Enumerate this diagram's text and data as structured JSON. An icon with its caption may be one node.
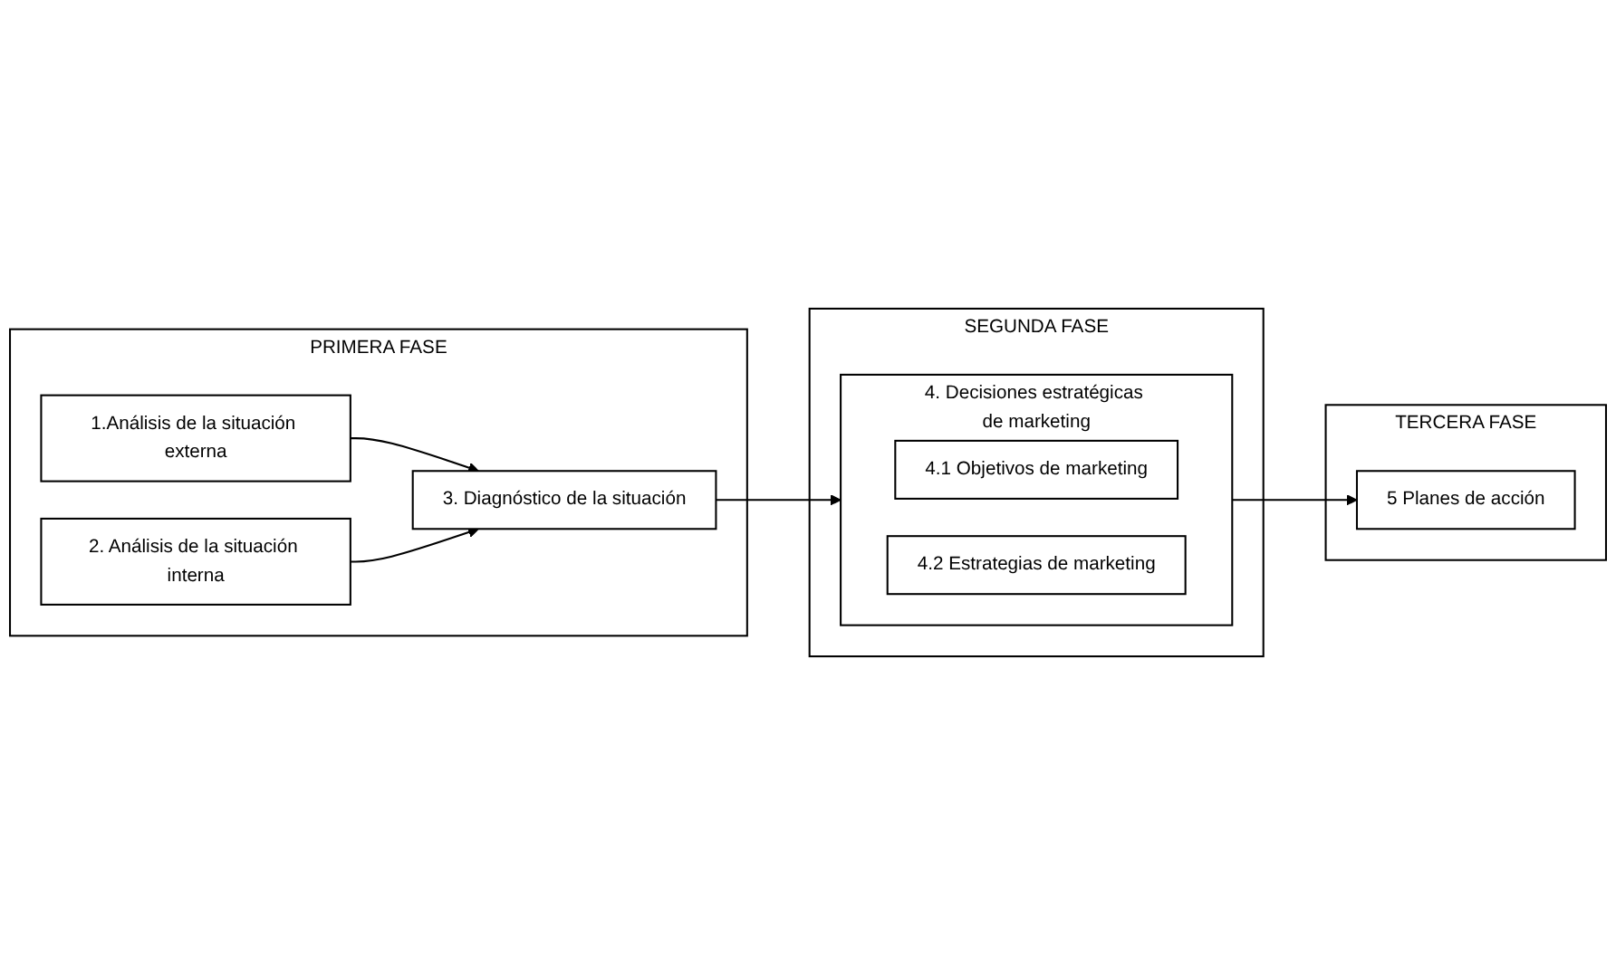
{
  "diagram": {
    "nodes": [
      {
        "text": [
          "PRIMERA FASE"
        ]
      },
      {
        "text": [
          "1.Análisis de la situación externa"
        ],
        "in": 0
      },
      {
        "text": [
          "2. Análisis de la situación interna"
        ],
        "in": 0
      },
      {
        "text": [
          "3. Diagnóstico de la situación"
        ],
        "in": 0
      },
      {
        "text": [
          "SEGUNDA FASE"
        ]
      },
      {
        "text": [
          "4. Decisiones estratégicas de marketing"
        ],
        "in": 4
      },
      {
        "text": [
          "4.1 Objetivos de marketing"
        ],
        "in": 5
      },
      {
        "text": [
          "4.2 Estrategias de marketing"
        ],
        "in": 5
      },
      {
        "text": [
          "TERCERA FASE"
        ]
      },
      {
        "text": [
          "5 Planes de acción"
        ],
        "in": 8
      }
    ],
    "edges": [
      {
        "from": 1,
        "to": 3,
        "arrow": "to"
      },
      {
        "from": 2,
        "to": 3,
        "arrow": "to"
      },
      {
        "from": 3,
        "to": 5,
        "arrow": "to"
      },
      {
        "from": 5,
        "to": 9,
        "arrow": "to"
      }
    ]
  }
}
